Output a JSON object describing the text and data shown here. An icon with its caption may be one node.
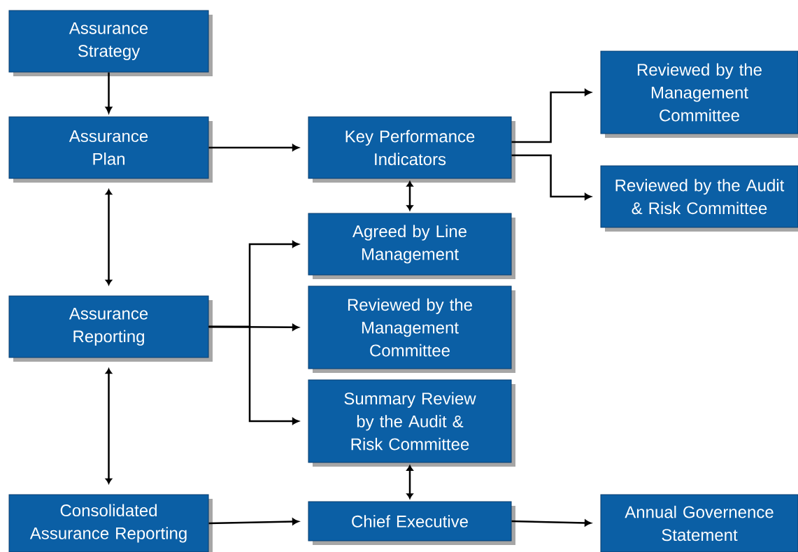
{
  "diagram": {
    "nodes": [
      {
        "text": [
          "Assurance Strategy"
        ]
      },
      {
        "text": [
          "Assurance Plan"
        ]
      },
      {
        "text": [
          "Assurance Reporting"
        ]
      },
      {
        "text": [
          "Consolidated Assurance Reporting"
        ]
      },
      {
        "text": [
          "Key Performance Indicators"
        ]
      },
      {
        "text": [
          "Agreed by Line Management"
        ]
      },
      {
        "text": [
          "Reviewed by the Management Committee"
        ]
      },
      {
        "text": [
          "Summary Review by the Audit & Risk Committee"
        ]
      },
      {
        "text": [
          "Chief Executive"
        ]
      },
      {
        "text": [
          "Reviewed by the Management Committee"
        ]
      },
      {
        "text": [
          "Reviewed by the Audit & Risk Committee"
        ]
      },
      {
        "text": [
          "Annual Governence Statement"
        ]
      }
    ],
    "edges": [
      {
        "from": 0,
        "to": 1,
        "arrow": "to"
      },
      {
        "from": 1,
        "to": 4,
        "arrow": "to"
      },
      {
        "from": 4,
        "to": 9,
        "arrow": "to"
      },
      {
        "from": 4,
        "to": 10,
        "arrow": "to"
      },
      {
        "from": 4,
        "to": 5,
        "arrow": "both"
      },
      {
        "from": 1,
        "to": 2,
        "arrow": "both"
      },
      {
        "from": 2,
        "to": 5,
        "arrow": "to"
      },
      {
        "from": 2,
        "to": 6,
        "arrow": "to"
      },
      {
        "from": 2,
        "to": 7,
        "arrow": "to"
      },
      {
        "from": 2,
        "to": 3,
        "arrow": "both"
      },
      {
        "from": 7,
        "to": 8,
        "arrow": "both"
      },
      {
        "from": 3,
        "to": 8,
        "arrow": "to"
      },
      {
        "from": 8,
        "to": 11,
        "arrow": "to"
      }
    ]
  }
}
